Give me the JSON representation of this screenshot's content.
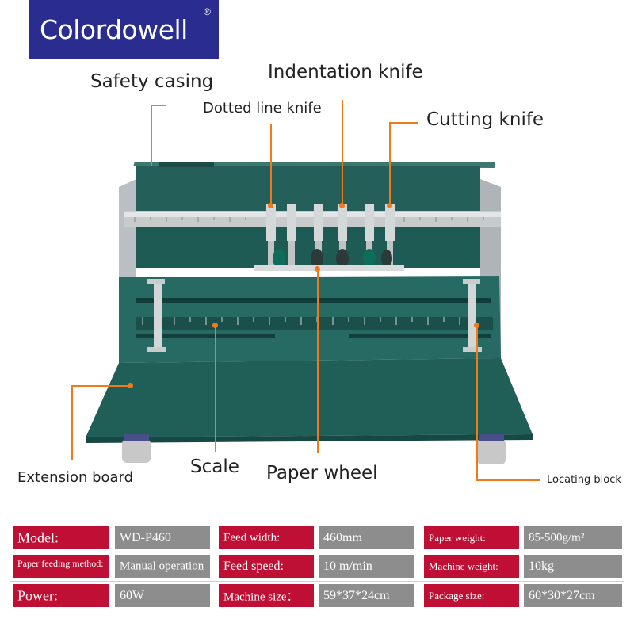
{
  "brand": {
    "name": "Colordowell",
    "registered": "®",
    "color": "#2a2d8f"
  },
  "callouts": {
    "safety_casing": "Safety casing",
    "indentation_knife": "Indentation knife",
    "dotted_line_knife": "Dotted line knife",
    "cutting_knife": "Cutting knife",
    "extension_board": "Extension board",
    "scale": "Scale",
    "paper_wheel": "Paper wheel",
    "locating_block": "Locating block"
  },
  "specs": {
    "rows": [
      [
        {
          "label": "Model:",
          "value": "WD-P460"
        },
        {
          "label": "Feed width:",
          "value": "460mm"
        },
        {
          "label": "Paper weight:",
          "value": "85-500g/m²"
        }
      ],
      [
        {
          "label": "Paper feeding method:",
          "value": "Manual operation"
        },
        {
          "label": "Feed speed:",
          "value": "10 m/min"
        },
        {
          "label": "Machine weight:",
          "value": "10kg"
        }
      ],
      [
        {
          "label": "Power:",
          "value": "60W"
        },
        {
          "label": "Machine size：",
          "value": "59*37*24cm"
        },
        {
          "label": "Package size:",
          "value": "60*30*27cm"
        }
      ]
    ],
    "colors": {
      "label_bg": "#bf0f34",
      "value_bg": "#8d8d8d"
    }
  }
}
